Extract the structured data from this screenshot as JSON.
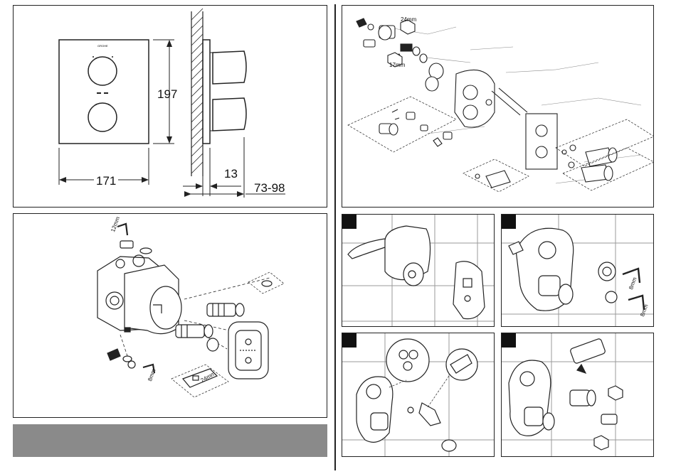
{
  "dimensions": {
    "height": "197",
    "width": "171",
    "depth_min": "13",
    "depth_range": "73-98"
  },
  "tool_labels": {
    "a": "24mm",
    "b": "17mm",
    "c": "12mm",
    "d": "24mm",
    "e": "8mm",
    "f": "8mm",
    "g": "8mm"
  },
  "colors": {
    "line": "#222222",
    "band": "#8a8a8a",
    "tile": "#9a9a9a",
    "marker": "#111111"
  }
}
